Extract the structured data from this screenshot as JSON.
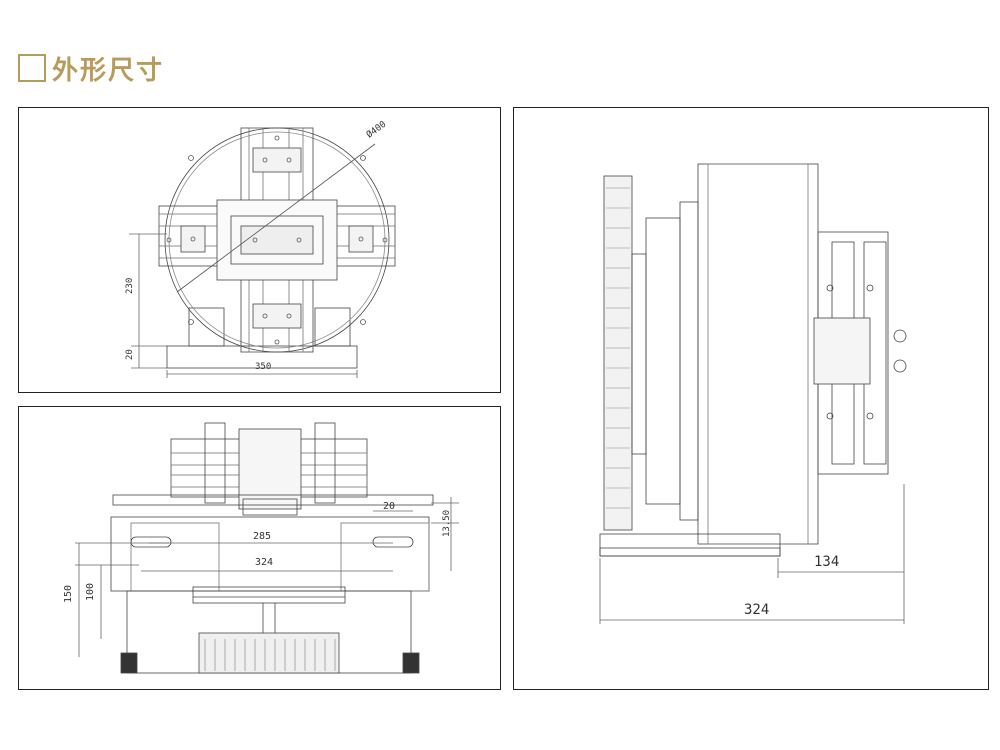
{
  "header": {
    "title": "外形尺寸"
  },
  "views": {
    "front": {
      "dia": "Ø400",
      "height": "230",
      "base": "20",
      "width": "350"
    },
    "top": {
      "d285": "285",
      "d324": "324",
      "d20": "20",
      "d1350": "13.50",
      "d150": "150",
      "d100": "100"
    },
    "side": {
      "d134": "134",
      "d324": "324"
    }
  },
  "colors": {
    "accent": "#b89a5a",
    "line": "#333333"
  }
}
